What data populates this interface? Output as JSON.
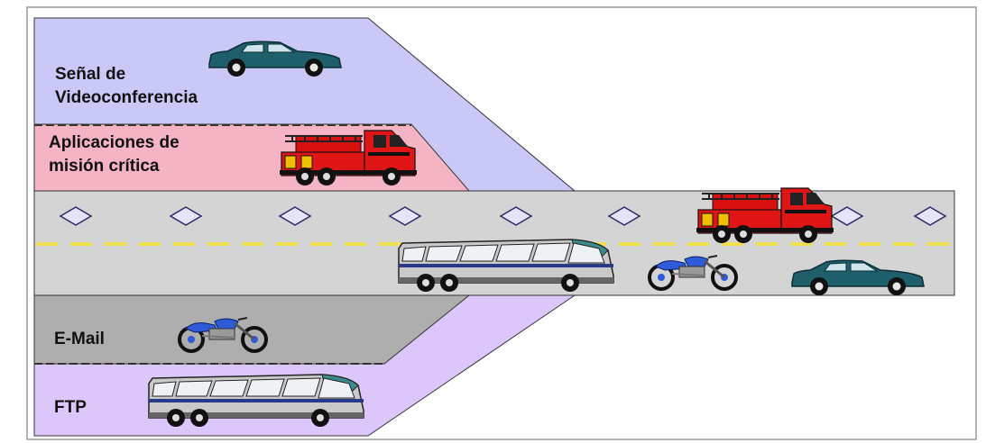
{
  "lanes": [
    {
      "id": "videoconferencia",
      "label": "Señal de\nVideoconferencia",
      "color": "#c9c8f6",
      "vehicle": "car-icon"
    },
    {
      "id": "mision-critica",
      "label": "Aplicaciones de\nmisión crítica",
      "color": "#f5b4c3",
      "vehicle": "fire-truck-icon"
    },
    {
      "id": "email",
      "label": "E-Mail",
      "color": "#aeaeae",
      "vehicle": "motorcycle-icon"
    },
    {
      "id": "ftp",
      "label": "FTP",
      "color": "#dcc6fa",
      "vehicle": "bus-icon"
    }
  ],
  "highway": {
    "color": "#d4d4d4",
    "center_line_color": "#f0e050",
    "marker_color": "#c8c6f2"
  },
  "highway_vehicles": [
    "fire-truck-icon",
    "bus-icon",
    "motorcycle-icon",
    "car-icon"
  ]
}
